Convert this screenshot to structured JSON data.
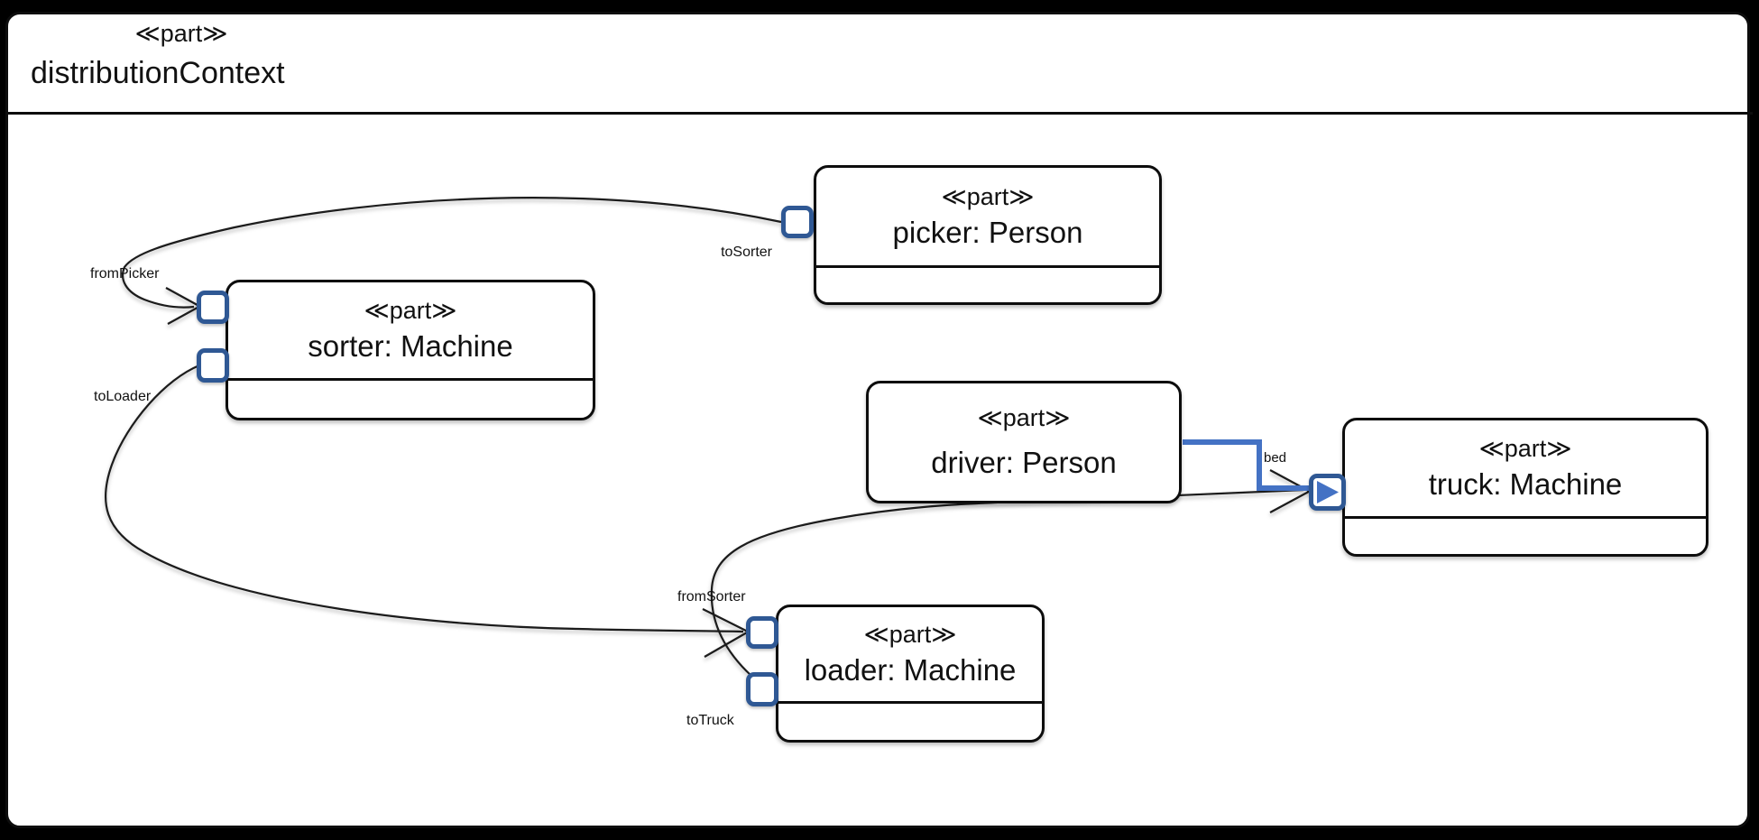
{
  "frame": {
    "stereotype": "≪part≫",
    "name": "distributionContext"
  },
  "blocks": {
    "picker": {
      "stereotype": "≪part≫",
      "name": "picker: Person"
    },
    "sorter": {
      "stereotype": "≪part≫",
      "name": "sorter: Machine"
    },
    "driver": {
      "stereotype": "≪part≫",
      "name": "driver: Person"
    },
    "truck": {
      "stereotype": "≪part≫",
      "name": "truck: Machine"
    },
    "loader": {
      "stereotype": "≪part≫",
      "name": "loader: Machine"
    }
  },
  "port_labels": {
    "toSorter": "toSorter",
    "fromPicker": "fromPicker",
    "toLoader": "toLoader",
    "fromSorter": "fromSorter",
    "toTruck": "toTruck",
    "bed": "bed"
  },
  "colors": {
    "background": "#000000",
    "frame_fill": "#FFFFFF",
    "line": "#1A1A1A",
    "port_stroke": "#2F5894",
    "connector_blue": "#4472C4"
  }
}
